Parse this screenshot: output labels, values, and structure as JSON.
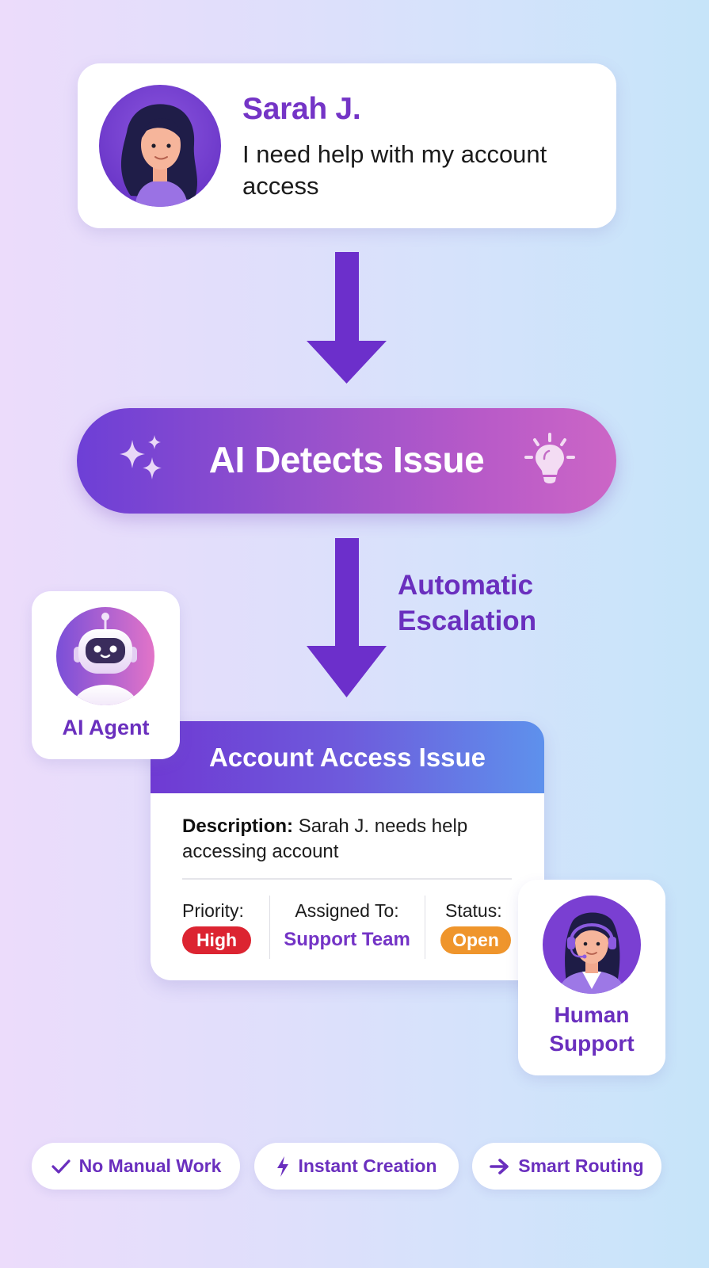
{
  "user_message": {
    "name": "Sarah J.",
    "message": "I need help with my account access",
    "avatar_icon": "woman-avatar-icon"
  },
  "detection_step": {
    "label": "AI Detects Issue",
    "left_icon": "sparkles-icon",
    "right_icon": "lightbulb-icon"
  },
  "escalation_label": {
    "line1": "Automatic",
    "line2": "Escalation"
  },
  "ai_agent": {
    "label": "AI Agent",
    "avatar_icon": "robot-avatar-icon"
  },
  "ticket": {
    "title": "Account Access Issue",
    "description_label": "Description:",
    "description_text": "Sarah J. needs help accessing account",
    "fields": {
      "priority_label": "Priority:",
      "priority_value": "High",
      "assigned_label": "Assigned To:",
      "assigned_value": "Support Team",
      "status_label": "Status:",
      "status_value": "Open"
    }
  },
  "human_support": {
    "line1": "Human",
    "line2": "Support",
    "avatar_icon": "support-agent-avatar-icon"
  },
  "features": [
    {
      "icon": "checkmark-icon",
      "label": "No Manual Work"
    },
    {
      "icon": "lightning-icon",
      "label": "Instant Creation"
    },
    {
      "icon": "arrow-right-icon",
      "label": "Smart Routing"
    }
  ],
  "colors": {
    "primary_purple": "#7434c6",
    "arrow_purple": "#6c2fcb",
    "priority_high": "#dc2431",
    "status_open": "#ef952c",
    "header_gradient_start": "#6f3ad3",
    "header_gradient_end": "#5e91ec",
    "pill_gradient_start": "#6d3fd6",
    "pill_gradient_end": "#cc66c6"
  }
}
